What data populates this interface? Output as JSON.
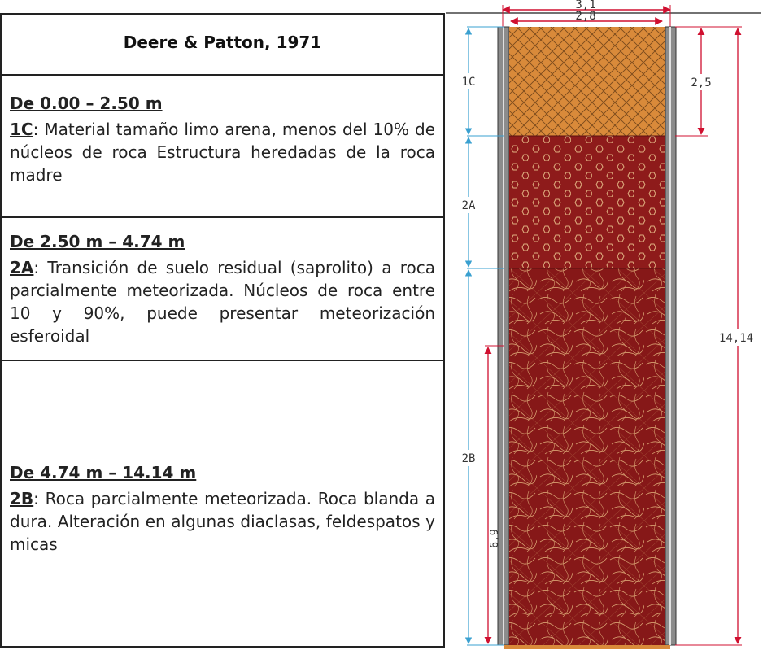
{
  "title": "Deere & Patton, 1971",
  "layers": [
    {
      "range": "De 0.00 – 2.50 m",
      "code": "1C",
      "sep": ":",
      "text": " Material tamaño limo arena, menos del 10% de núcleos de roca Estructura heredadas de la roca madre"
    },
    {
      "range": "De 2.50 m – 4.74 m",
      "code": "2A",
      "sep": ":",
      "text": " Transición de suelo residual (saprolito) a roca parcialmente meteorizada. Núcleos de roca entre 10 y 90%, puede presentar meteorización esferoidal"
    },
    {
      "range": "De 4.74 m – 14.14 m",
      "code": "2B",
      "sep": ":",
      "text": " Roca parcialmente meteorizada. Roca blanda a dura. Alteración en algunas diaclasas, feldespatos y micas"
    }
  ],
  "drawing": {
    "width_outer": "3,1",
    "width_inner": "2,8",
    "label_1c": "1C",
    "label_2a": "2A",
    "label_2b": "2B",
    "dim_top": "2,5",
    "dim_total": "14,14",
    "dim_lower": "6,9"
  },
  "colors": {
    "orange_layer": "#d98a3a",
    "red_layer": "#8a1a1a",
    "wall": "#8c8c8c",
    "dim_blue": "#3aa0d0",
    "dim_red": "#d01030"
  }
}
